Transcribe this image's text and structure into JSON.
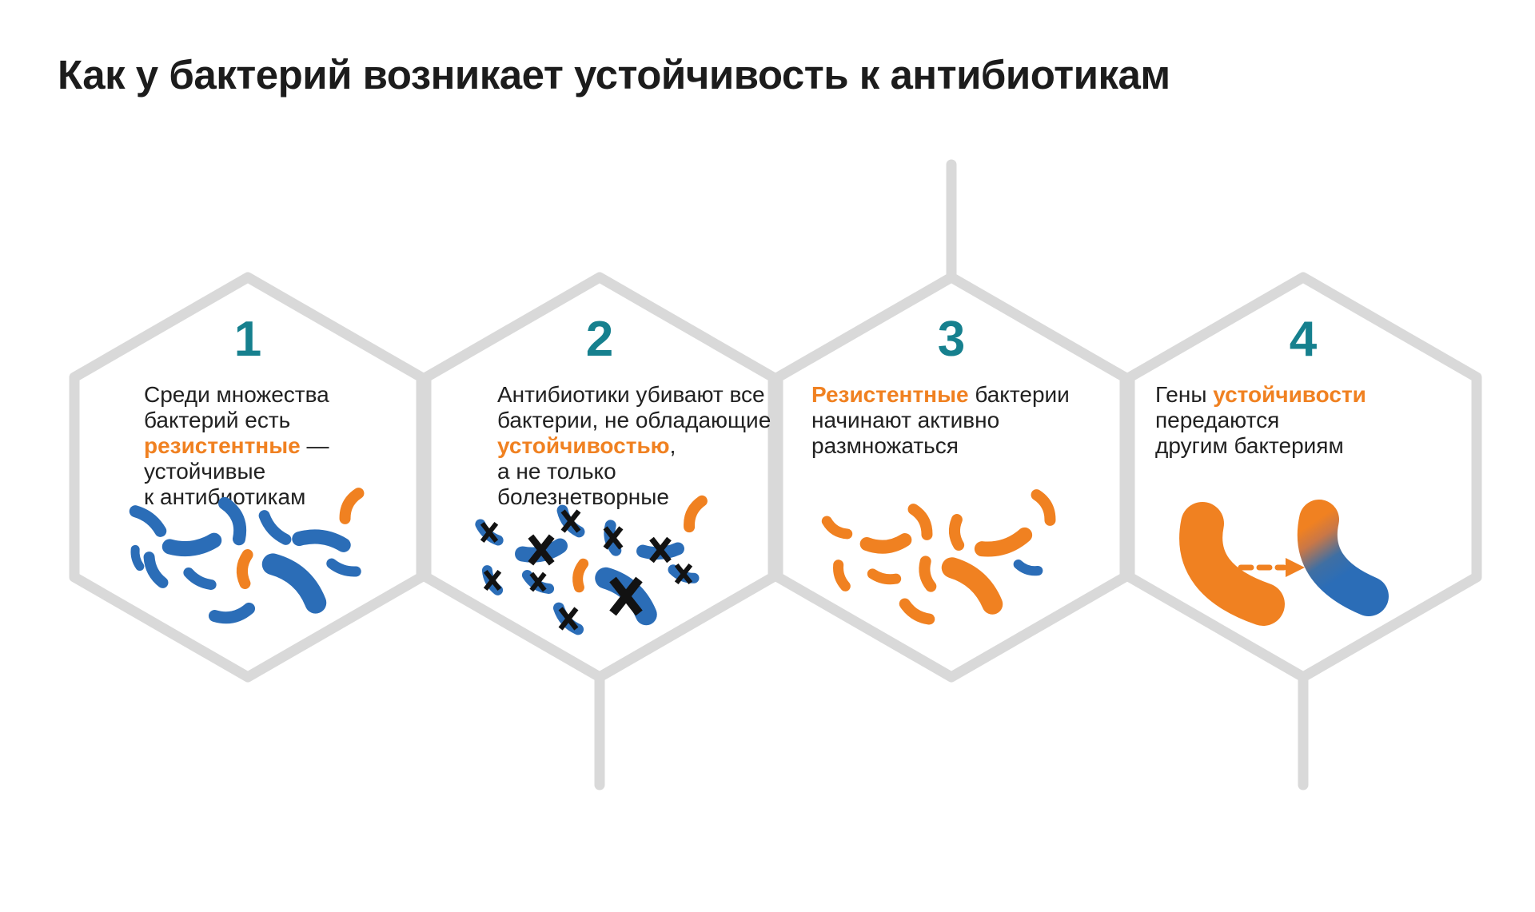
{
  "title": "Как у бактерий возникает устойчивость к антибиотикам",
  "accent_colors": {
    "step_number_teal": "#16808E",
    "highlight_orange": "#F08121",
    "bacteria_blue": "#2B6DB7",
    "bacteria_orange": "#F08121",
    "hexagon_outline_gray": "#D9D9D9",
    "body_text_dark": "#212121",
    "x_mark_black": "#121212"
  },
  "steps": [
    {
      "number": "1",
      "illustration": "mixed-bacteria-population",
      "lines": [
        [
          {
            "text": "Среди множества"
          }
        ],
        [
          {
            "text": "бактерий есть"
          }
        ],
        [
          {
            "text": "резистентные",
            "highlight": true
          },
          {
            "text": " —"
          }
        ],
        [
          {
            "text": "устойчивые"
          }
        ],
        [
          {
            "text": "к антибиотикам"
          }
        ]
      ]
    },
    {
      "number": "2",
      "illustration": "antibiotics-killing-bacteria-x-marks",
      "lines": [
        [
          {
            "text": "Антибиотики убивают все"
          }
        ],
        [
          {
            "text": "бактерии, не обладающие"
          }
        ],
        [
          {
            "text": "устойчивостью",
            "highlight": true
          },
          {
            "text": ","
          }
        ],
        [
          {
            "text": "а не только"
          }
        ],
        [
          {
            "text": "болезнетворные"
          }
        ]
      ]
    },
    {
      "number": "3",
      "illustration": "resistant-bacteria-multiplying",
      "lines": [
        [
          {
            "text": "Резистентные",
            "highlight": true
          },
          {
            "text": " бактерии"
          }
        ],
        [
          {
            "text": "начинают активно"
          }
        ],
        [
          {
            "text": "размножаться"
          }
        ]
      ]
    },
    {
      "number": "4",
      "illustration": "gene-transfer-between-bacteria",
      "lines": [
        [
          {
            "text": "Гены "
          },
          {
            "text": "устойчивости",
            "highlight": true
          }
        ],
        [
          {
            "text": "передаются"
          }
        ],
        [
          {
            "text": "другим бактериям"
          }
        ]
      ]
    }
  ]
}
